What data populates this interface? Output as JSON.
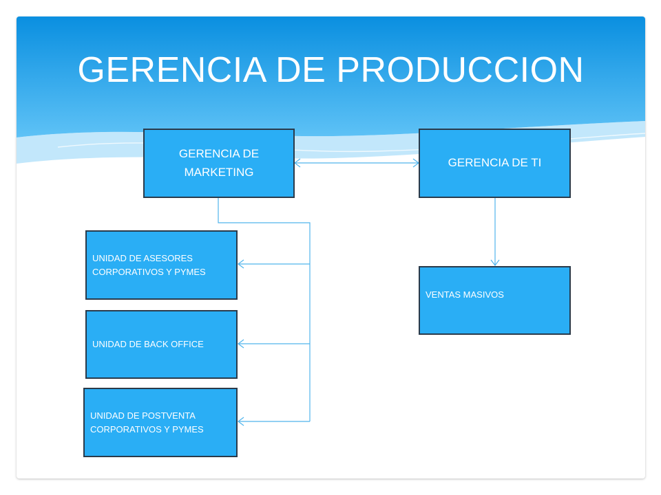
{
  "title": "GERENCIA DE PRODUCCION",
  "colors": {
    "header_top": "#1a94e4",
    "header_bottom": "#47b6f3",
    "box_fill": "#2aaef5",
    "box_border": "#2a3a4a",
    "connector": "#4fb4ec"
  },
  "nodes": {
    "marketing": "GERENCIA DE MARKETING",
    "ti": "GERENCIA DE TI",
    "asesores": "UNIDAD DE ASESORES CORPORATIVOS Y PYMES",
    "backoffice": "UNIDAD DE BACK OFFICE",
    "postventa": "UNIDAD DE POSTVENTA CORPORATIVOS Y PYMES",
    "ventas": "VENTAS MASIVOS"
  }
}
